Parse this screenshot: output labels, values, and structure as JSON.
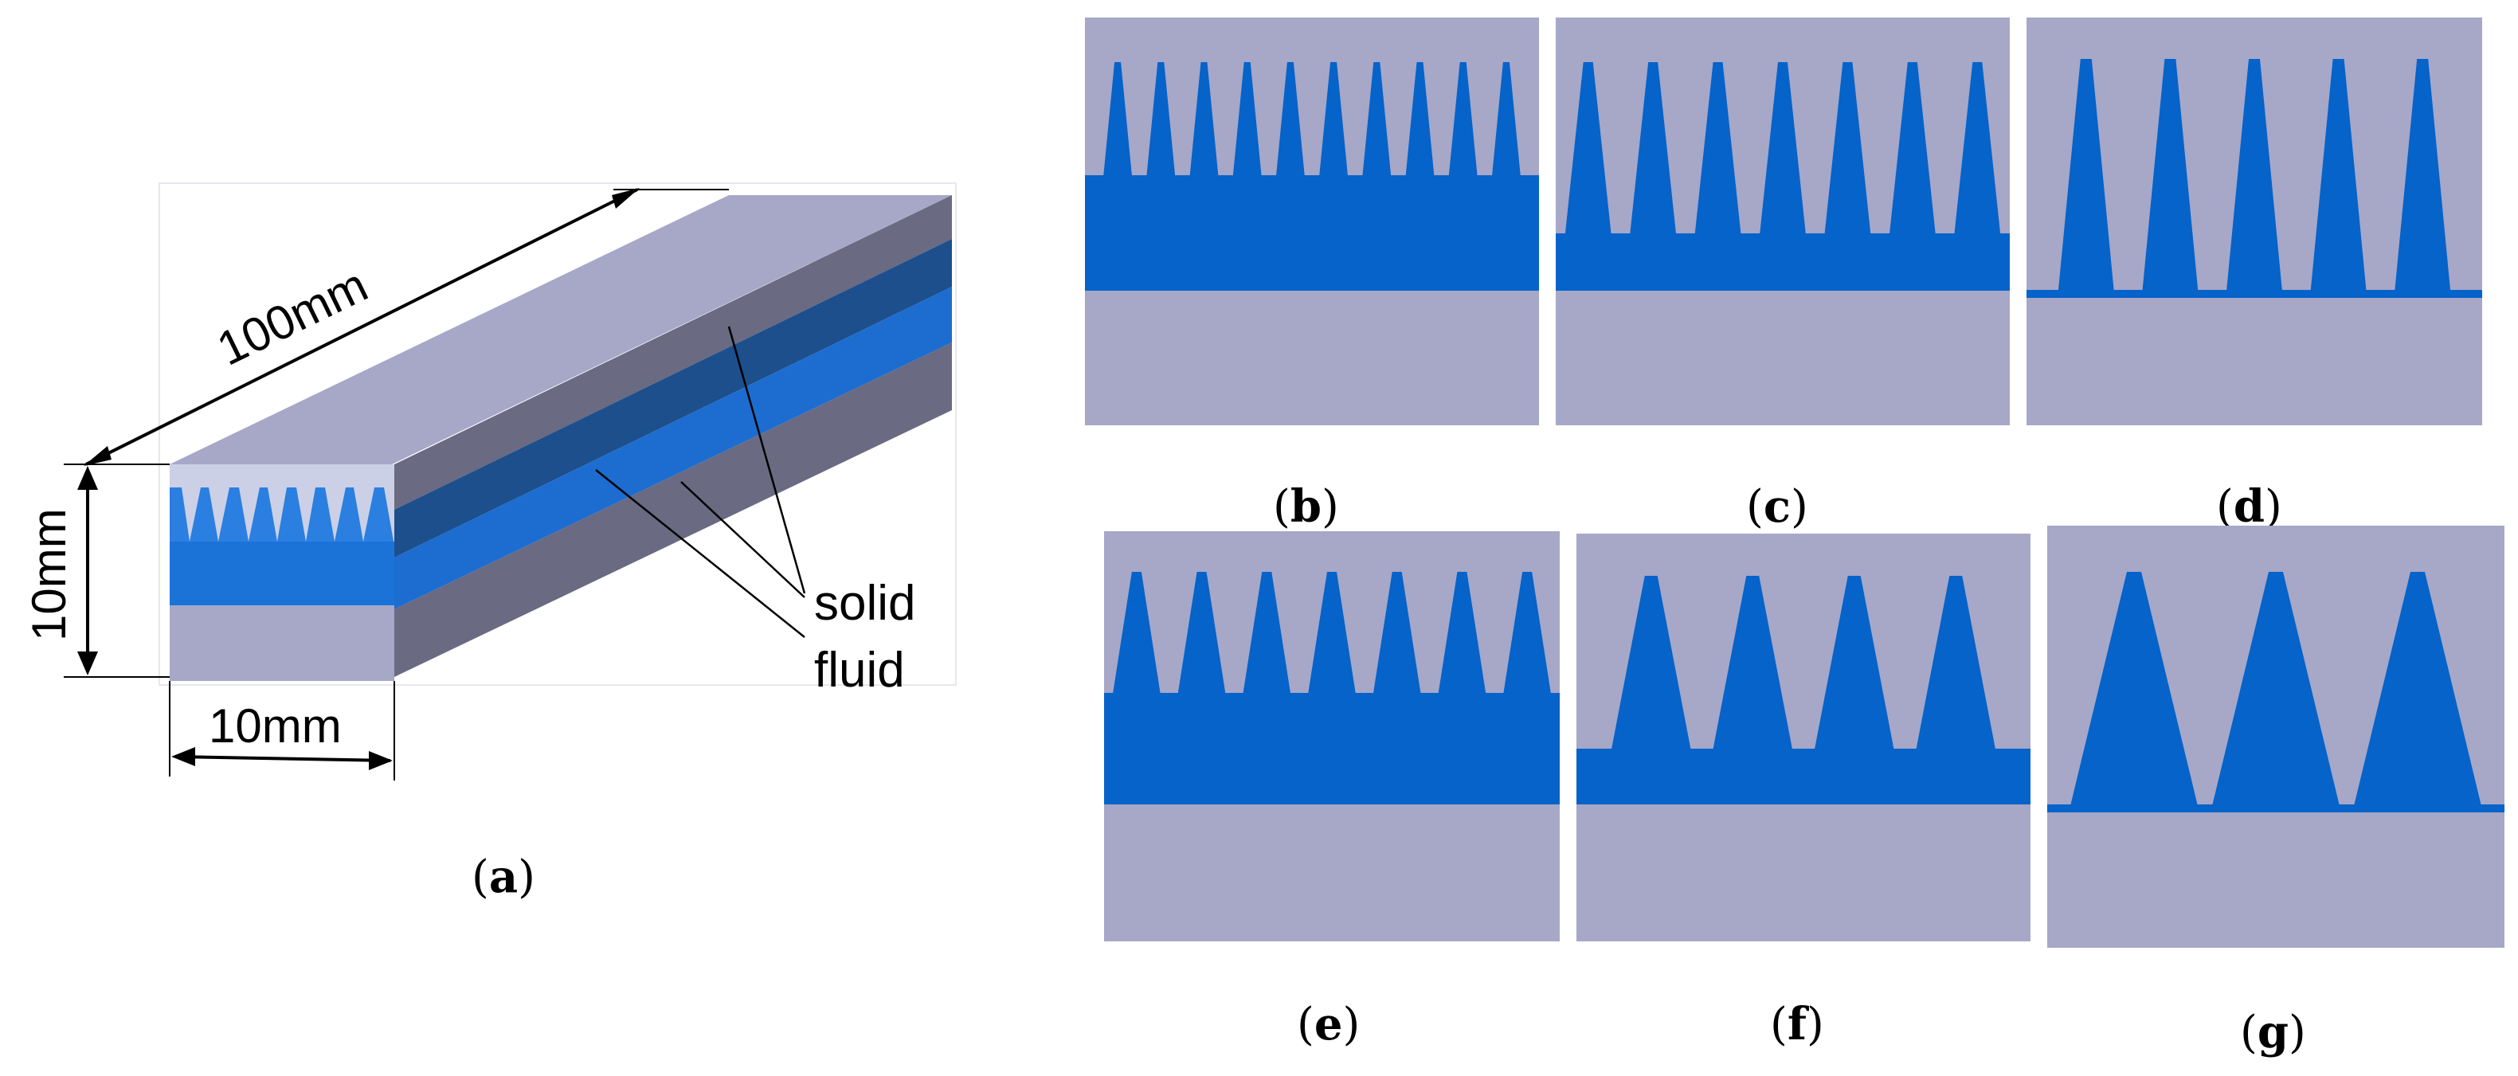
{
  "colors": {
    "solid": "#a7a7c8",
    "solid_dark": "#6a6a82",
    "fluid": "#0563c9",
    "fluid_dark": "#1c4f8c",
    "fluid_side": "#1d6dd0"
  },
  "isometric": {
    "label_length": "100mm",
    "label_height": "10mm",
    "label_width": "10mm",
    "label_solid": "solid",
    "label_fluid": "fluid",
    "caption_open": "(",
    "caption_letter": "a",
    "caption_close": ")"
  },
  "panels": [
    {
      "letter": "b",
      "teeth": 10
    },
    {
      "letter": "c",
      "teeth": 7
    },
    {
      "letter": "d",
      "teeth": 5
    },
    {
      "letter": "e",
      "teeth": 7
    },
    {
      "letter": "f",
      "teeth": 4
    },
    {
      "letter": "g",
      "teeth": 3
    }
  ]
}
